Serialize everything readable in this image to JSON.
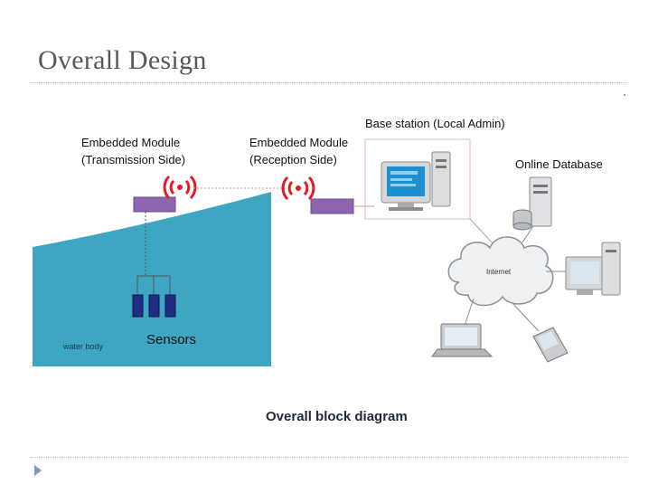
{
  "slide": {
    "title": "Overall Design"
  },
  "diagram": {
    "tx_module": {
      "line1": "Embedded Module",
      "line2": "(Transmission Side)"
    },
    "rx_module": {
      "line1": "Embedded Module",
      "line2": "(Reception Side)"
    },
    "base_station": "Base station (Local Admin)",
    "online_database": "Online Database",
    "internet": "Internet",
    "sensors": "Sensors",
    "water_body": "water body",
    "caption": "Overall block diagram"
  },
  "colors": {
    "title": "#585858",
    "module_bar": "#8e66b0",
    "water": "#3ea6c2",
    "sensor": "#1e2e86",
    "antenna": "#e31b23",
    "rule": "#a8bccd"
  }
}
